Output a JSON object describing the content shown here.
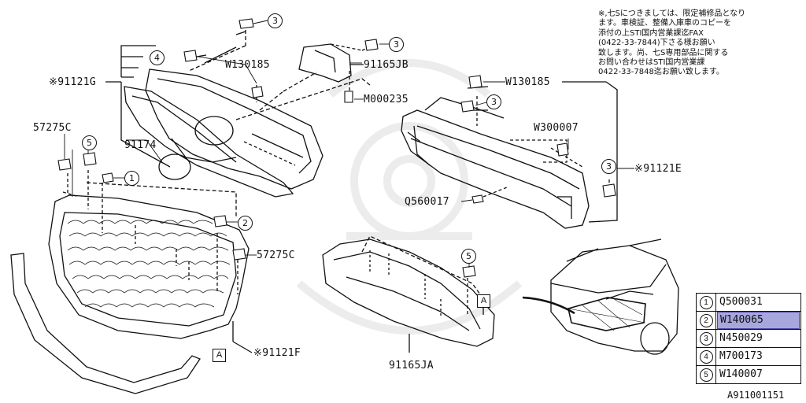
{
  "note_lines": [
    "※,七Sにつきましては、限定補修品となり",
    "ます。車検証、整備入庫車のコピーを",
    "添付の上STI国内営業課迄FAX",
    "(0422-33-7844)下さる様お願い",
    "致します。尚、七S専用部品に関する",
    "お問い合わせはSTI国内営業課",
    "0422-33-7848迄お願い致します。"
  ],
  "labels": {
    "p91121G": "※91121G",
    "W130185_left": "W130185",
    "p91165JB": "91165JB",
    "M000235": "M000235",
    "p57275C_top": "57275C",
    "p91174": "91174",
    "W130185_right": "W130185",
    "W300007": "W300007",
    "p91121E": "※91121E",
    "Q560017": "Q560017",
    "p57275C_mid": "57275C",
    "p91121F": "※91121F",
    "p91165JA": "91165JA"
  },
  "callouts": {
    "c3_top": "3",
    "c3_jb": "3",
    "c4": "4",
    "c3_r1": "3",
    "c3_r2": "3",
    "c5_left": "5",
    "c1": "1",
    "c2": "2",
    "c5_mid": "5"
  },
  "ref_marks": {
    "ref_a_left": "A",
    "ref_a_right": "A"
  },
  "legend": [
    {
      "num": "1",
      "code": "Q500031",
      "highlight": false
    },
    {
      "num": "2",
      "code": "W140065",
      "highlight": true
    },
    {
      "num": "3",
      "code": "N450029",
      "highlight": false
    },
    {
      "num": "4",
      "code": "M700173",
      "highlight": false
    },
    {
      "num": "5",
      "code": "W140007",
      "highlight": false
    }
  ],
  "diagram_id": "A911001151",
  "colors": {
    "ink": "#111111",
    "highlight": "#a7a7dd",
    "watermark": "#ececec"
  }
}
